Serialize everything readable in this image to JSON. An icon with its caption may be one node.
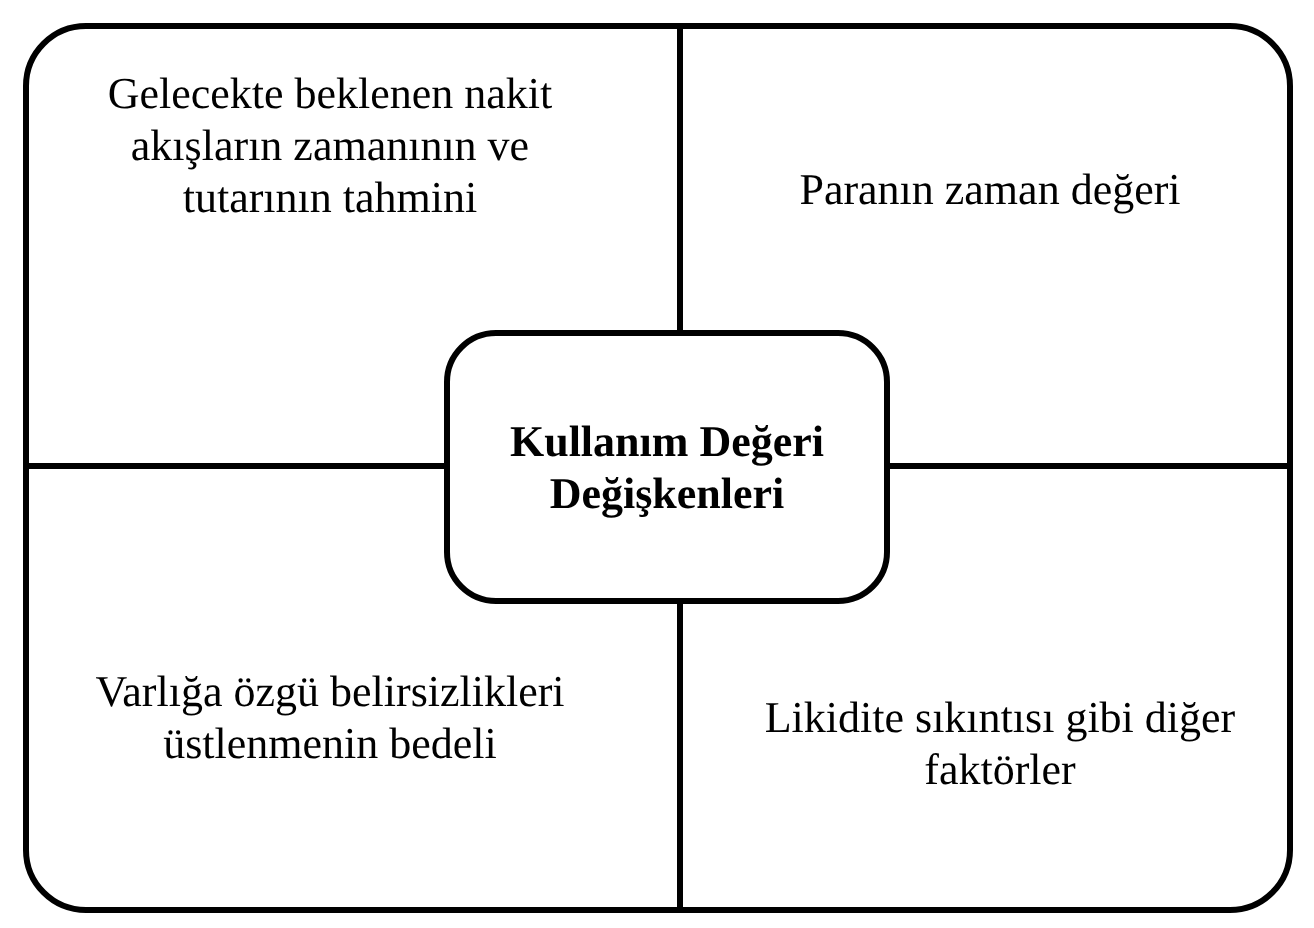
{
  "diagram": {
    "nodes": [
      {
        "text": [
          "Gelecekte beklenen nakit akışların zamanının ve tutarının tahmini"
        ]
      },
      {
        "text": [
          "Paranın zaman değeri"
        ]
      },
      {
        "text": [
          "Kullanım Değeri Değişkenleri"
        ]
      },
      {
        "text": [
          "Varlığa özgü belirsizlikleri üstlenmenin bedeli"
        ]
      },
      {
        "text": [
          "Likidite sıkıntısı gibi diğer faktörler"
        ]
      }
    ]
  }
}
